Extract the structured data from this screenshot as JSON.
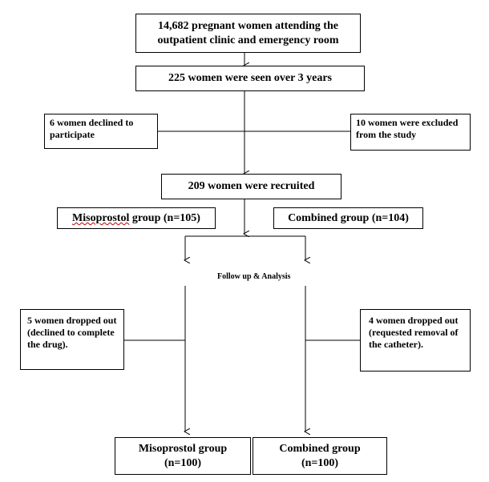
{
  "flowchart": {
    "screening": "14,682 pregnant women attending the outpatient clinic and emergency room",
    "seen": "225 women were seen over 3 years",
    "declined": "6 women declined to participate",
    "excluded": "10 women were excluded from the study",
    "recruited": "209 women were recruited",
    "arm_miso_word": "Misoprostol",
    "arm_miso_rest": " group (n=105)",
    "arm_combined": "Combined group (n=104)",
    "followup": "Follow up & Analysis",
    "dropout_miso": "5 women dropped out (declined to complete the drug).",
    "dropout_combined": "4 women dropped out (requested removal of the catheter).",
    "final_miso_line1": "Misoprostol group",
    "final_miso_line2": "(n=100)",
    "final_combined_line1": "Combined group",
    "final_combined_line2": "(n=100)"
  }
}
